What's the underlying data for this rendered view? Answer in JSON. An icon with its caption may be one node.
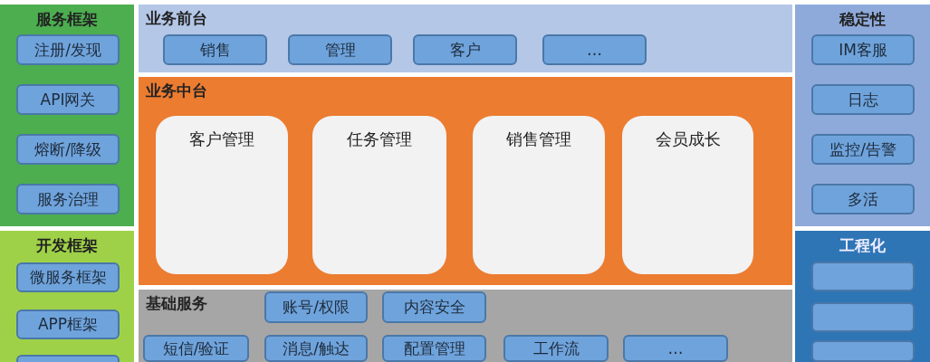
{
  "diagram": {
    "nodes": [
      {
        "text": [
          "服务框架"
        ]
      },
      {
        "text": [
          "注册/发现"
        ],
        "in": 0
      },
      {
        "text": [
          "API网关"
        ],
        "in": 0
      },
      {
        "text": [
          "熔断/降级"
        ],
        "in": 0
      },
      {
        "text": [
          "服务治理"
        ],
        "in": 0
      },
      {
        "text": [
          "开发框架"
        ]
      },
      {
        "text": [
          "微服务框架"
        ],
        "in": 5
      },
      {
        "text": [
          "APP框架"
        ],
        "in": 5
      },
      {
        "text": [],
        "shape": "box",
        "in": 5
      },
      {
        "text": [
          "业务前台"
        ]
      },
      {
        "text": [
          "销售"
        ],
        "in": 9
      },
      {
        "text": [
          "管理"
        ],
        "in": 9
      },
      {
        "text": [
          "客户"
        ],
        "in": 9
      },
      {
        "text": [
          "…"
        ],
        "in": 9
      },
      {
        "text": [
          "业务中台"
        ]
      },
      {
        "text": [
          "客户管理"
        ],
        "in": 14
      },
      {
        "text": [
          "任务管理"
        ],
        "in": 14
      },
      {
        "text": [
          "销售管理"
        ],
        "in": 14
      },
      {
        "text": [
          "会员成长"
        ],
        "in": 14
      },
      {
        "text": [
          "基础服务"
        ]
      },
      {
        "text": [
          "账号/权限"
        ],
        "in": 19
      },
      {
        "text": [
          "内容安全"
        ],
        "in": 19
      },
      {
        "text": [
          "短信/验证"
        ],
        "in": 19
      },
      {
        "text": [
          "消息/触达"
        ],
        "in": 19
      },
      {
        "text": [
          "配置管理"
        ],
        "in": 19
      },
      {
        "text": [
          "工作流"
        ],
        "in": 19
      },
      {
        "text": [
          "…"
        ],
        "in": 19
      },
      {
        "text": [
          "稳定性"
        ]
      },
      {
        "text": [
          "IM客服"
        ],
        "in": 27
      },
      {
        "text": [
          "日志"
        ],
        "in": 27
      },
      {
        "text": [
          "监控/告警"
        ],
        "in": 27
      },
      {
        "text": [
          "多活"
        ],
        "in": 27
      },
      {
        "text": [
          "工程化"
        ]
      },
      {
        "text": [],
        "shape": "box",
        "in": 32
      },
      {
        "text": [],
        "shape": "box",
        "in": 32
      },
      {
        "text": [],
        "shape": "box",
        "in": 32
      }
    ],
    "edges": []
  }
}
